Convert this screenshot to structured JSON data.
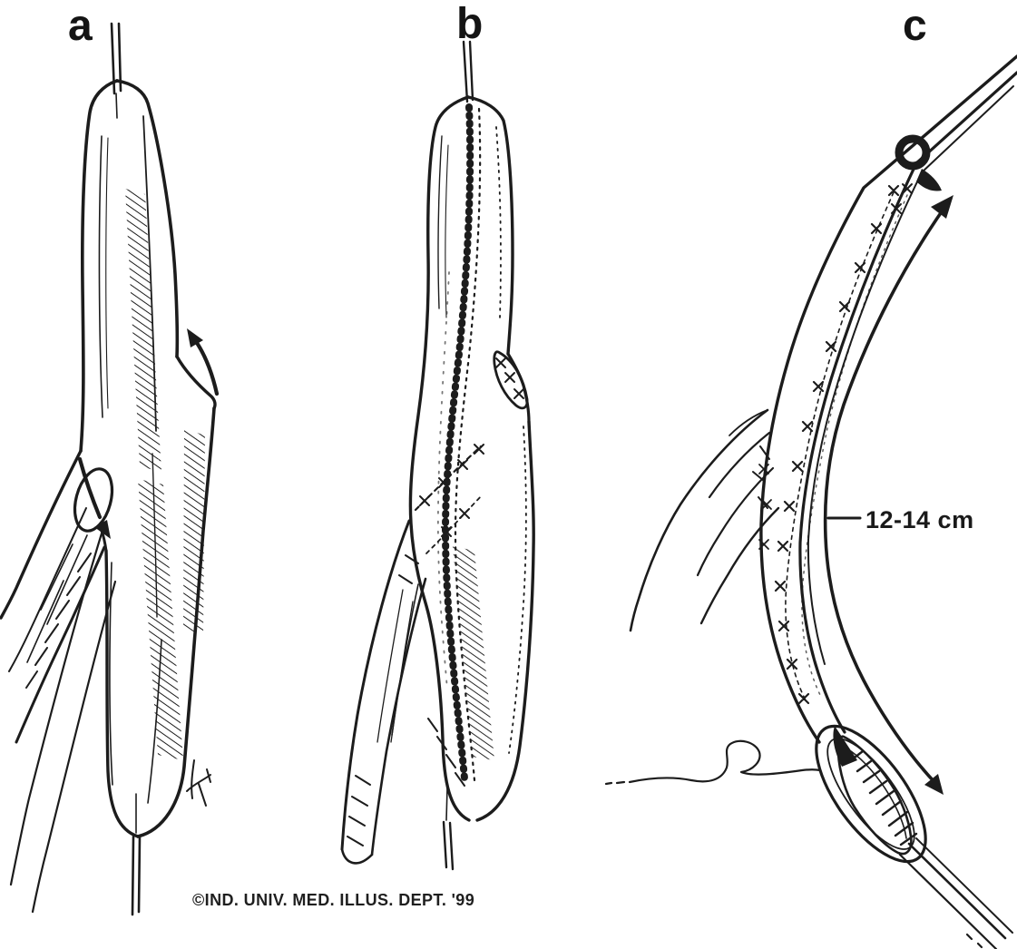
{
  "figure": {
    "background_color": "#ffffff",
    "ink_color": "#1c1c1c",
    "panel_labels": {
      "a": "a",
      "b": "b",
      "c": "c"
    },
    "measurement_label": "12-14 cm",
    "credit_line": "©IND. UNIV. MED. ILLUS. DEPT. '99",
    "icons": {
      "panel_a_up_arrow": "curved-arrow-up",
      "panel_a_down_arrow": "curved-arrow-down",
      "panel_c_double_arrow": "double-headed-arrow"
    }
  }
}
